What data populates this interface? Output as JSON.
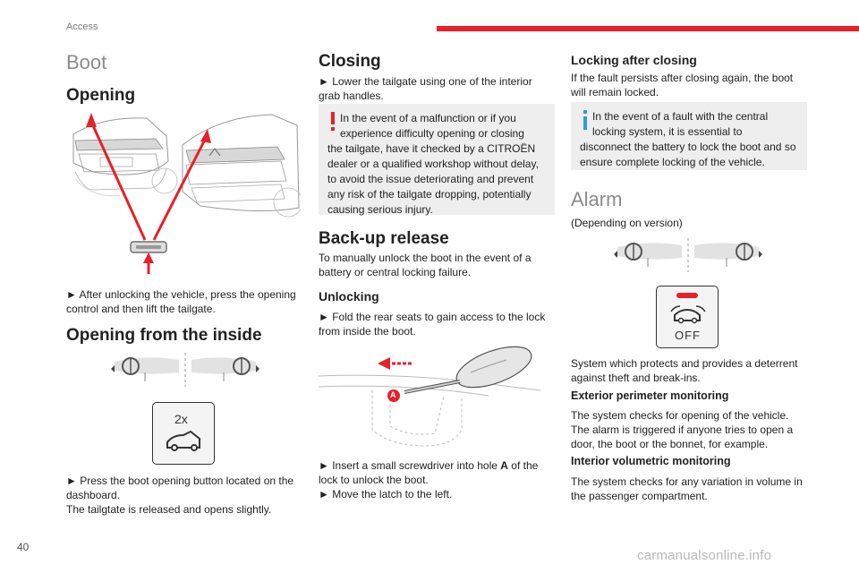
{
  "header": {
    "section": "Access",
    "bar_color": "#e8202a"
  },
  "page_number": "40",
  "watermark": "carmanualsonline.info",
  "col1": {
    "boot_title": "Boot",
    "opening_title": "Opening",
    "opening_text_1": "► After unlocking the vehicle, press the opening",
    "opening_text_2": "control and then lift the tailgate.",
    "inside_title": "Opening from the inside",
    "button_label": "2x",
    "inside_text_1": "► Press the boot opening button located on the",
    "inside_text_2": "dashboard.",
    "inside_text_3": "The tailgtate is released and opens slightly."
  },
  "col2": {
    "closing_title": "Closing",
    "closing_text_1": "► Lower the tailgate using one of the interior",
    "closing_text_2": "grab handles.",
    "warning_lines": [
      "In the event of a malfunction or if you",
      "experience difficulty opening or closing",
      "the tailgate, have it checked by a CITROËN",
      "dealer or a qualified workshop without delay,",
      "to avoid the issue deteriorating and prevent",
      "any risk of the tailgate dropping, potentially",
      "causing serious injury."
    ],
    "backup_title": "Back-up release",
    "backup_text_1": "To manually unlock the boot in the event of a",
    "backup_text_2": "battery or central locking failure.",
    "unlocking_title": "Unlocking",
    "unlocking_text_1": "► Fold the rear seats to gain access to the lock",
    "unlocking_text_2": "from inside the boot.",
    "callout_a": "A",
    "step_1a": "► Insert a small screwdriver into hole ",
    "step_1b": "A",
    "step_1c": " of the",
    "step_2": "lock to unlock the boot.",
    "step_3": "► Move the latch to the left."
  },
  "col3": {
    "locking_title": "Locking after closing",
    "locking_text_1": "If the fault persists after closing again, the boot",
    "locking_text_2": "will remain locked.",
    "info_lines": [
      "In the event of a fault with the central",
      "locking system, it is essential to",
      "disconnect the battery to lock the boot and so",
      "ensure complete locking of the vehicle."
    ],
    "alarm_title": "Alarm",
    "depending": "(Depending on version)",
    "off_label": "OFF",
    "alarm_text_1": "System which protects and provides a deterrent",
    "alarm_text_2": "against theft and break-ins.",
    "exterior_title": "Exterior perimeter monitoring",
    "exterior_text_1": "The system checks for opening of the vehicle.",
    "exterior_text_2": "The alarm is triggered if anyone tries to open a",
    "exterior_text_3": "door, the boot or the bonnet, for example.",
    "interior_title": "Interior volumetric monitoring",
    "interior_text_1": "The system checks for any variation in volume in",
    "interior_text_2": "the passenger compartment."
  }
}
